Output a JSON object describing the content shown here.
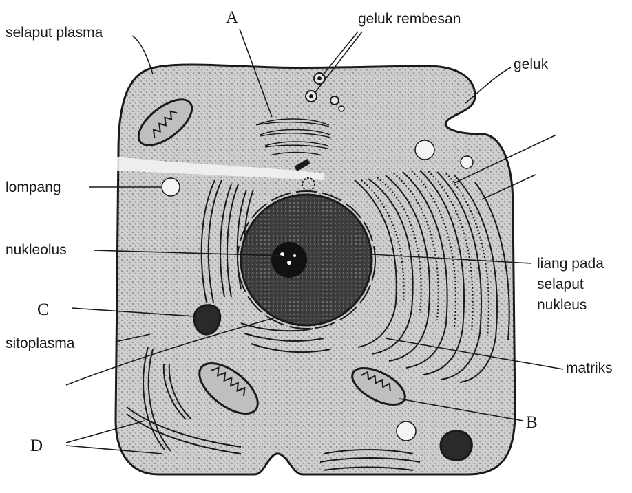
{
  "labels": {
    "selaput_plasma": "selaput plasma",
    "a": "A",
    "geluk_rembesan": "geluk rembesan",
    "geluk": "geluk",
    "lompang": "lompang",
    "nukleolus": "nukleolus",
    "liang_line1": "liang pada",
    "liang_line2": "selaput",
    "liang_line3": "nukleus",
    "c": "C",
    "sitoplasma": "sitoplasma",
    "matriks": "matriks",
    "b": "B",
    "d": "D"
  },
  "colors": {
    "cytoplasm": "#d4d4d4",
    "nucleus": "#3a3a3a",
    "outline": "#1a1a1a",
    "background": "#ffffff"
  }
}
